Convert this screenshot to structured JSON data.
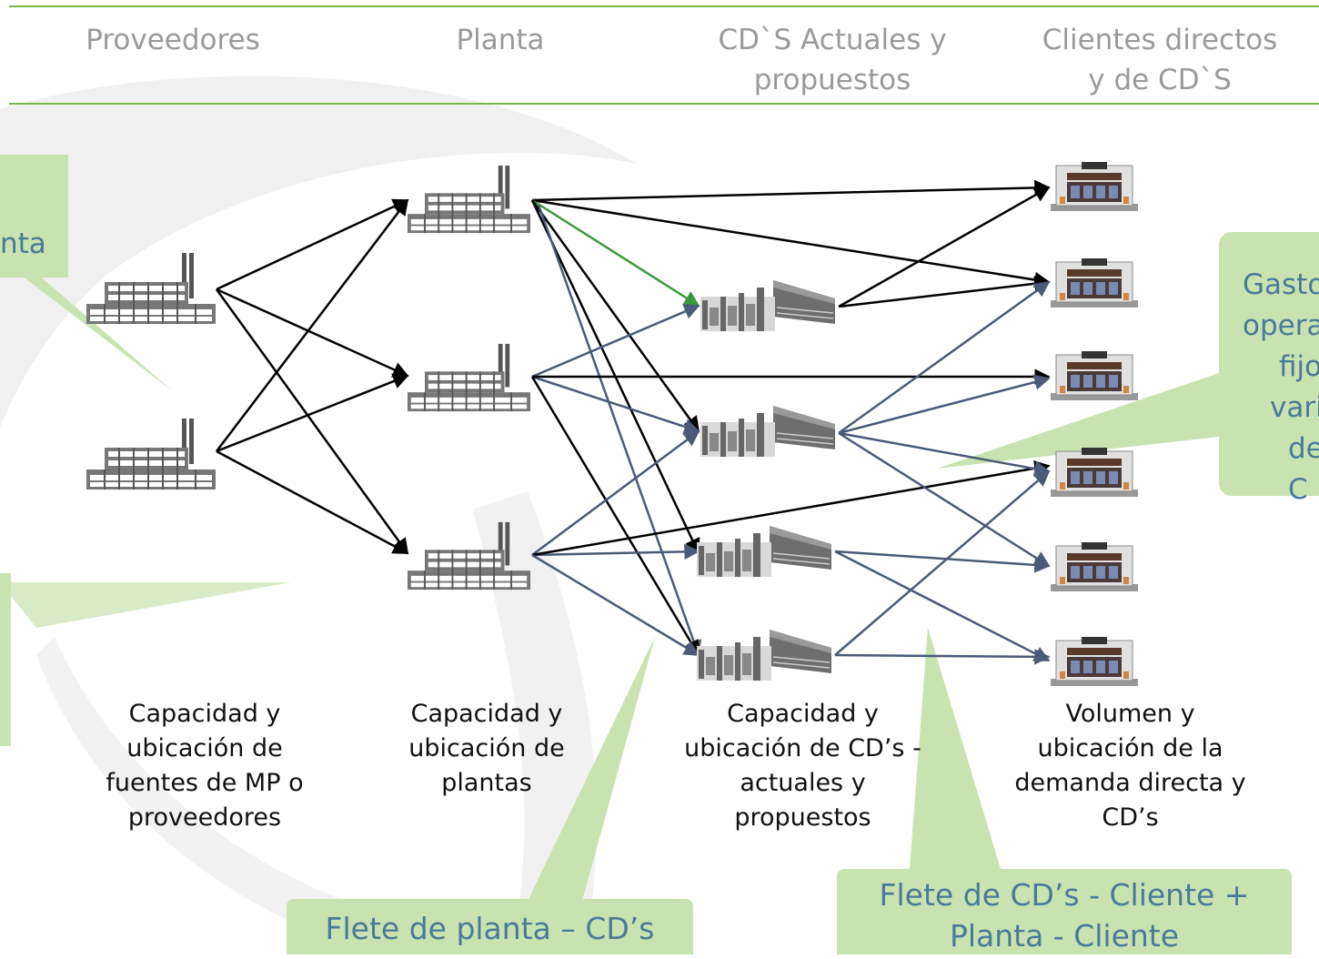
{
  "headers": {
    "suppliers": "Proveedores",
    "plant": "Planta",
    "dc": [
      "CD`S Actuales y",
      "propuestos"
    ],
    "clients": [
      "Clientes directos",
      "y de CD`S"
    ]
  },
  "callouts": {
    "left_partial": "nta",
    "right_partial": [
      "Gasto",
      "opera",
      "fijo",
      "varia",
      "de C"
    ],
    "bottom_center": "Flete de planta – CD’s",
    "bottom_right": [
      "Flete de CD’s - Cliente +",
      "Planta  - Cliente"
    ]
  },
  "descriptions": {
    "suppliers": [
      "Capacidad y",
      "ubicación de",
      "fuentes de MP o",
      "proveedores"
    ],
    "plants": [
      "Capacidad y",
      "ubicación de",
      "plantas"
    ],
    "dcs": [
      "Capacidad y",
      "ubicación de CD’s -",
      "actuales y",
      "propuestos"
    ],
    "clients": [
      "Volumen y",
      "ubicación de la",
      "demanda directa y",
      "CD’s"
    ]
  },
  "icons": {
    "supplier": "factory-icon",
    "plant": "factory-icon",
    "dc": "warehouse-icon",
    "client": "store-icon"
  },
  "colors": {
    "rule": "#7ab648",
    "callout_bg": "#c8e3b0",
    "callout_text": "#4a7a9a",
    "arrow_black": "#000000",
    "arrow_blue": "#4a5a78",
    "arrow_green": "#3a9a3a",
    "header_text": "#9a9a9a"
  }
}
